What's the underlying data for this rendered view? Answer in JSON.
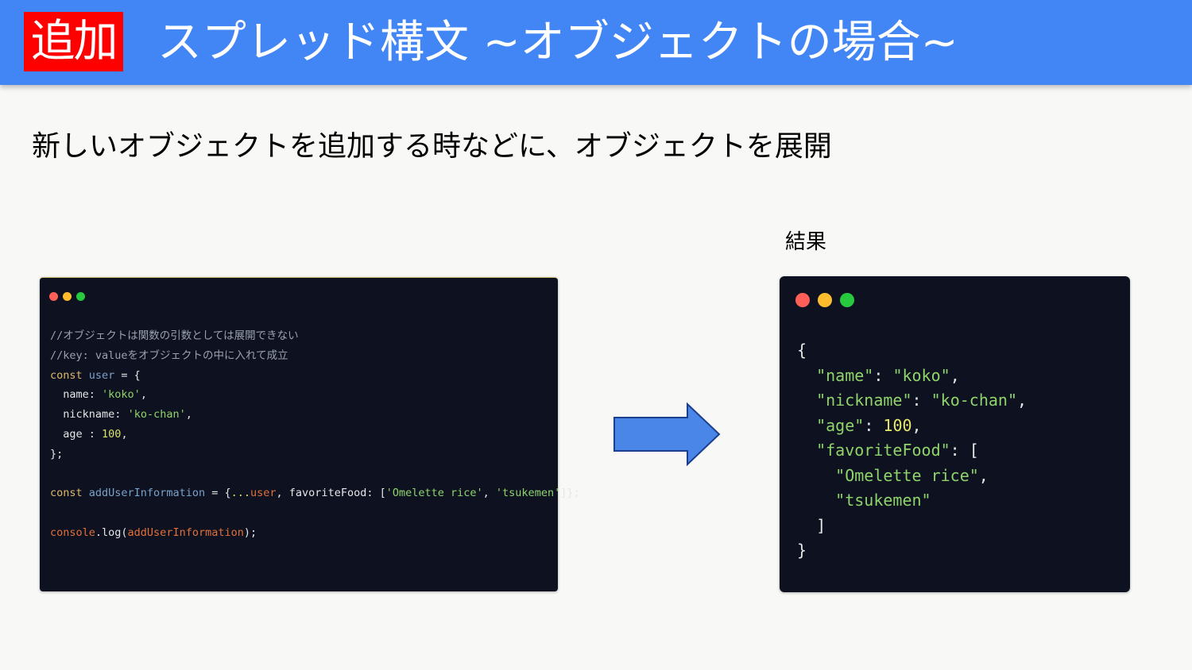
{
  "header": {
    "badge": "追加",
    "title": "スプレッド構文 ~オブジェクトの場合~",
    "background_color": "#4285f4",
    "badge_color": "#ff0000"
  },
  "subtitle": "新しいオブジェクトを追加する時などに、オブジェクトを展開",
  "result_label": "結果",
  "code_left": {
    "comment1": "//オブジェクトは関数の引数としては展開できない",
    "comment2": "//key: valueをオブジェクトの中に入れて成立",
    "kw_const": "const",
    "var_user": "user",
    "eq_brace": " = {",
    "key_name": "name",
    "val_name": "'koko'",
    "key_nickname": "nickname",
    "val_nickname": "'ko-chan'",
    "key_age": "age",
    "age_sep": " : ",
    "val_age": "100",
    "close_obj": "};",
    "var_add": "addUserInformation",
    "spread_open": " = {",
    "spread_op": "...",
    "spread_user": "user",
    "comma": ",",
    "key_food": "favoriteFood",
    "bracket_open": ": [",
    "food1": "'Omelette rice'",
    "food2": "'tsukemen'",
    "bracket_close": "]};",
    "console": "console",
    "log_open": ".log(",
    "log_arg": "addUserInformation",
    "log_close": ");"
  },
  "code_right": {
    "open_brace": "{",
    "k_name": "\"name\"",
    "v_name": "\"koko\"",
    "k_nickname": "\"nickname\"",
    "v_nickname": "\"ko-chan\"",
    "k_age": "\"age\"",
    "v_age": "100",
    "k_food": "\"favoriteFood\"",
    "food1": "\"Omelette rice\"",
    "food2": "\"tsukemen\"",
    "close_bracket": "]",
    "close_brace": "}"
  },
  "colors": {
    "code_bg": "#0d1120",
    "arrow_fill": "#4a86e8"
  }
}
